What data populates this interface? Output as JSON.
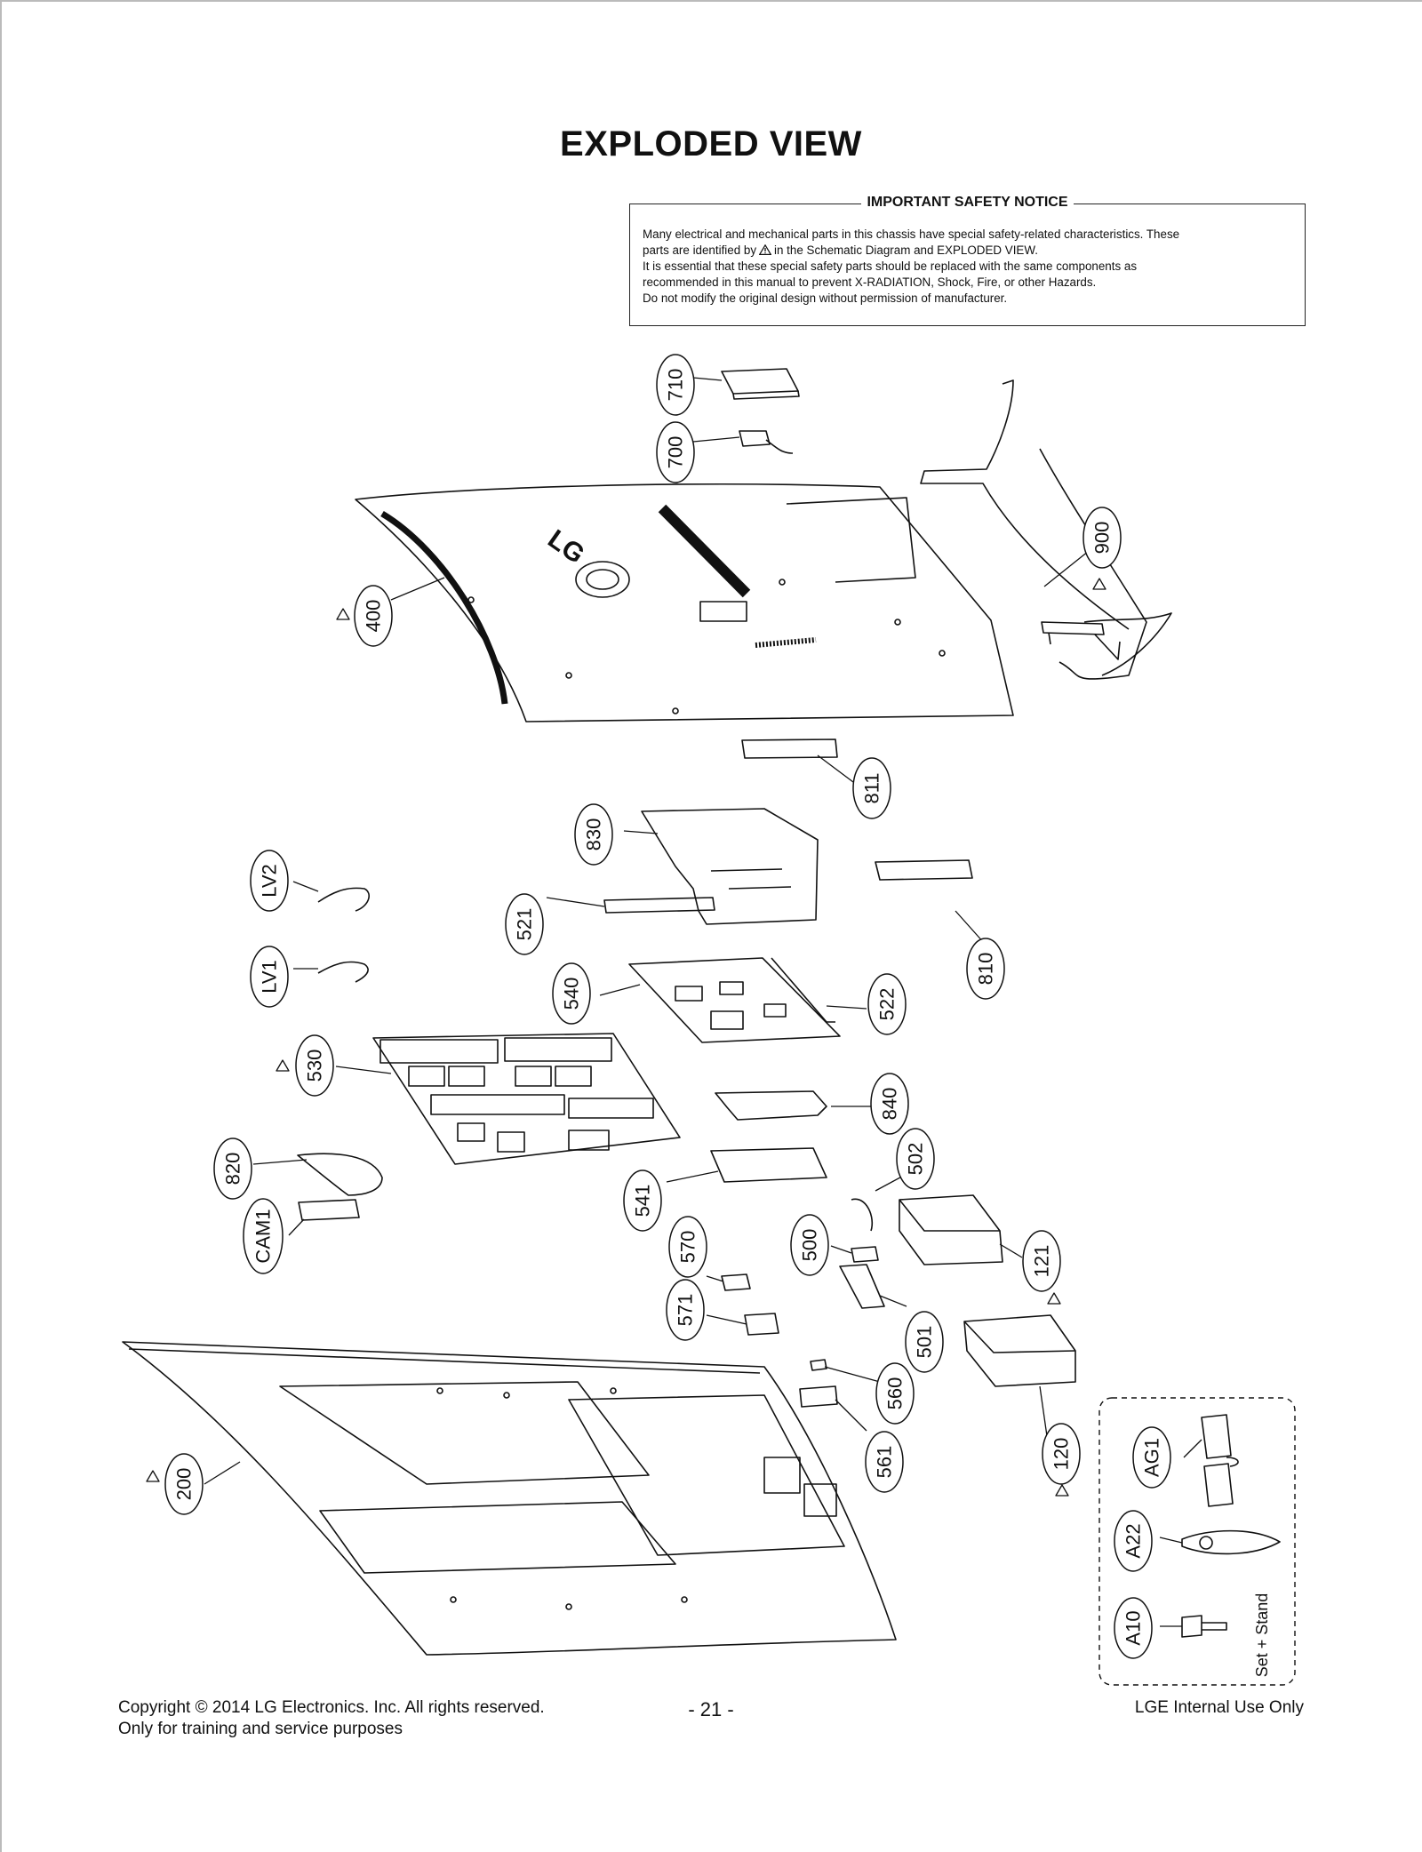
{
  "page": {
    "title": "EXPLODED VIEW"
  },
  "notice": {
    "heading": "IMPORTANT SAFETY NOTICE",
    "line1": "Many electrical and mechanical parts in this chassis have special safety-related characteristics. These",
    "line2a": "parts are identified by",
    "line2b": "in the Schematic Diagram and EXPLODED VIEW.",
    "line3": "It is essential that these special safety parts should be replaced with the same components as",
    "line4": "recommended in this manual to prevent X-RADIATION, Shock, Fire, or other Hazards.",
    "line5": "Do not modify the original design without permission of manufacturer."
  },
  "diagram": {
    "logo_text": "LG",
    "accessory_note": "Set + Stand",
    "parts": {
      "p710": "710",
      "p700": "700",
      "p900": "900",
      "p400": "400",
      "p811": "811",
      "p830": "830",
      "pLV2": "LV2",
      "pLV1": "LV1",
      "p521": "521",
      "p540": "540",
      "p522": "522",
      "p810": "810",
      "p530": "530",
      "p840": "840",
      "p820": "820",
      "p502": "502",
      "p541": "541",
      "pCAM1": "CAM1",
      "p570": "570",
      "p500": "500",
      "p121": "121",
      "p571": "571",
      "p501": "501",
      "p560": "560",
      "p561": "561",
      "p200": "200",
      "p120": "120",
      "pAG1": "AG1",
      "pA22": "A22",
      "pA10": "A10"
    }
  },
  "footer": {
    "copyright": "Copyright  © 2014 LG Electronics. Inc. All rights reserved.",
    "training": "Only for training and service purposes",
    "page_number": "- 21 -",
    "internal": "LGE Internal Use Only"
  }
}
